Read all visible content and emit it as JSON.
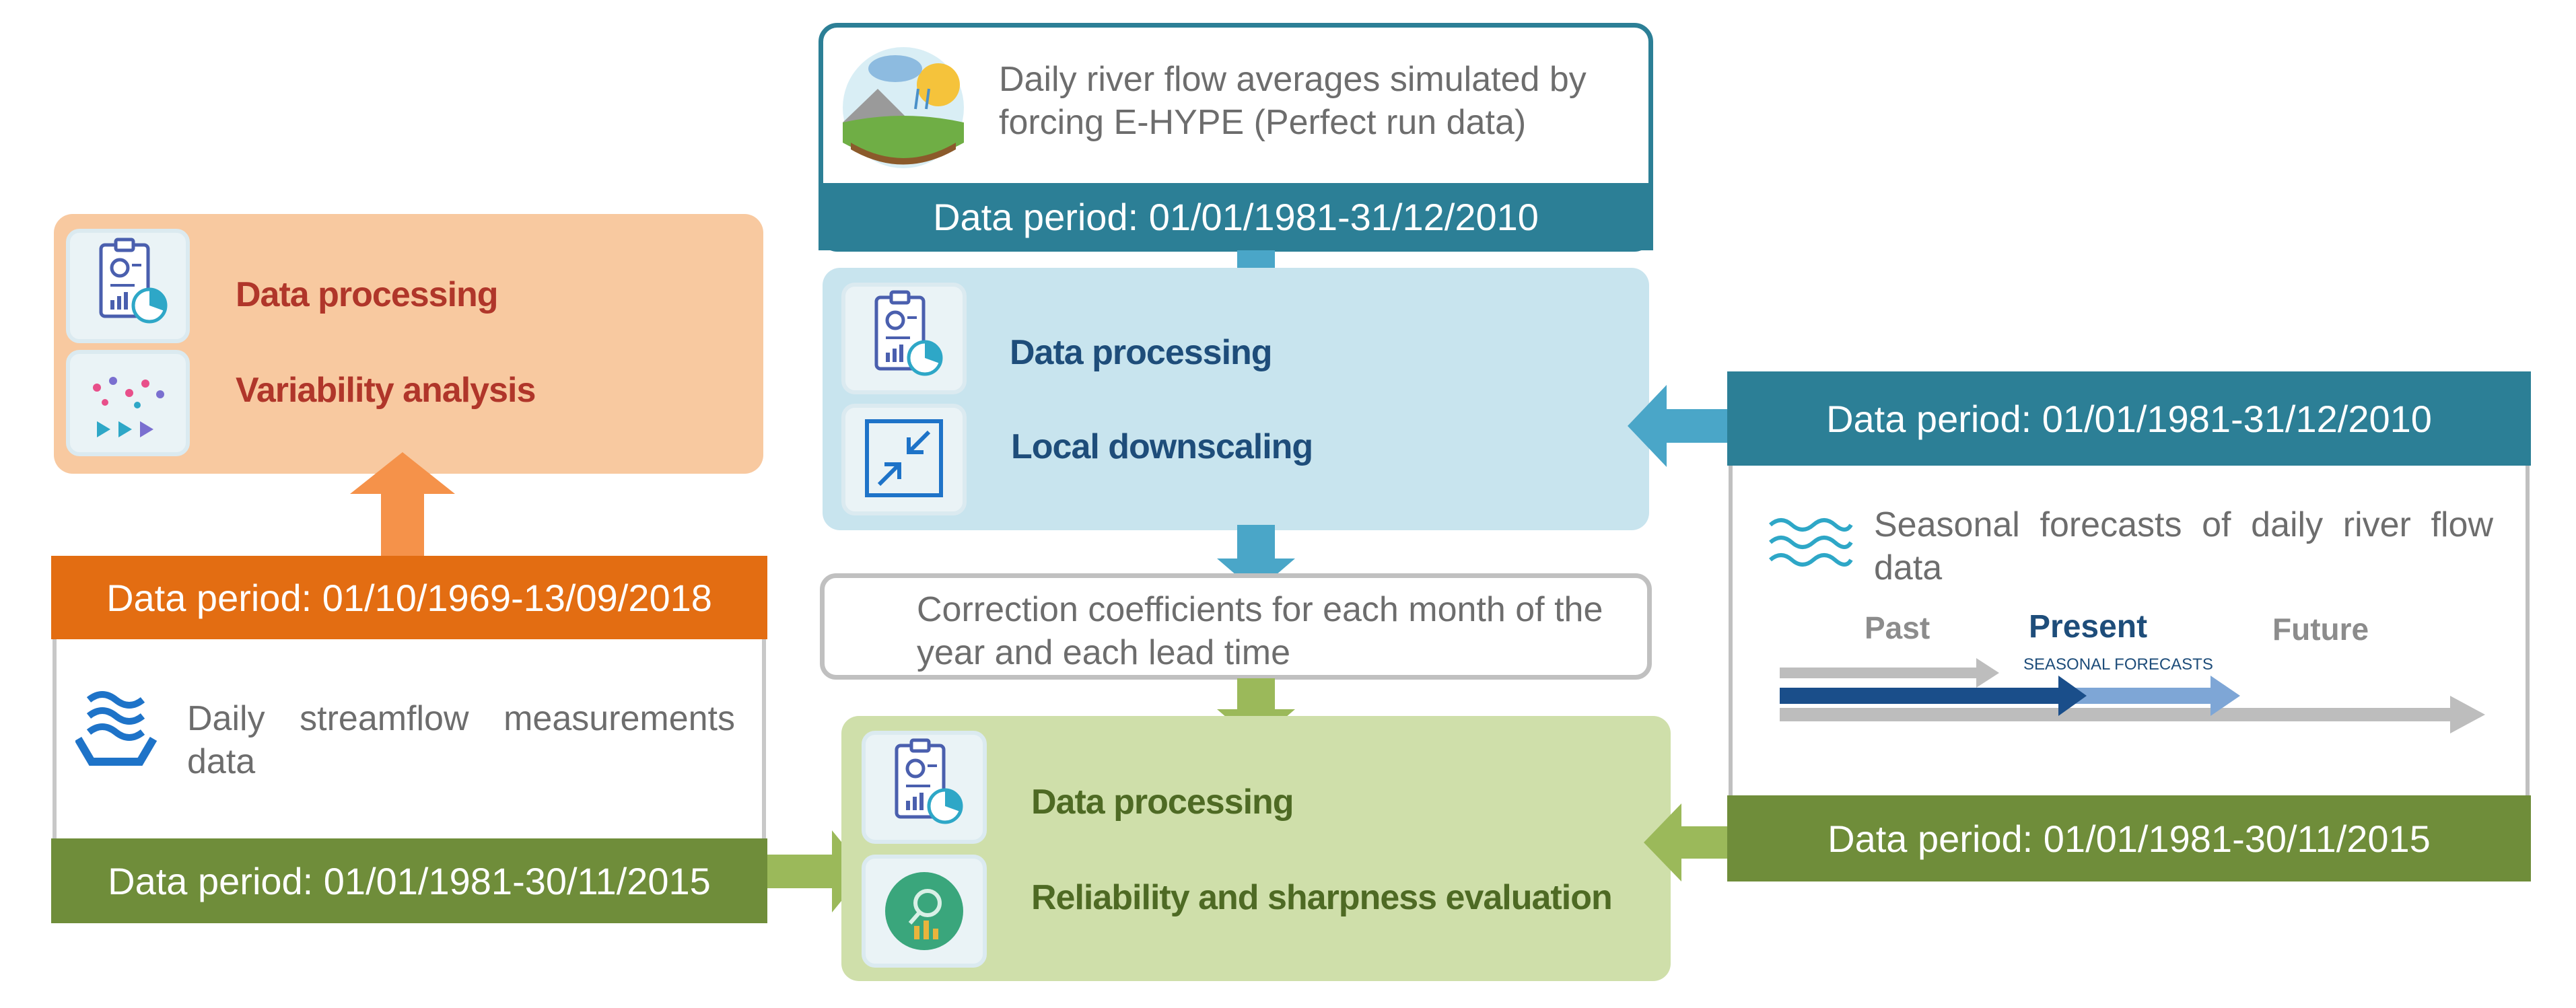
{
  "top_source": {
    "description": "Daily river flow averages simulated by forcing E-HYPE (Perfect run data)",
    "period": "Data period: 01/01/1981-31/12/2010"
  },
  "blue_panel": {
    "item1": "Data processing",
    "item2": "Local downscaling"
  },
  "correction": {
    "text": "Correction coefficients for each month of the year and each lead time"
  },
  "green_panel": {
    "item1": "Data processing",
    "item2": "Reliability and sharpness evaluation"
  },
  "orange_panel": {
    "item1": "Data processing",
    "item2": "Variability analysis"
  },
  "left_source": {
    "top_period": "Data period: 01/10/1969-13/09/2018",
    "description": "Daily streamflow measurements data",
    "bottom_period": "Data period: 01/01/1981-30/11/2015"
  },
  "right_source": {
    "top_period": "Data period: 01/01/1981-31/12/2010",
    "description": "Seasonal forecasts of daily river flow data",
    "timeline_past": "Past",
    "timeline_present": "Present",
    "timeline_sub": "SEASONAL FORECASTS",
    "timeline_future": "Future",
    "bottom_period": "Data period: 01/01/1981-30/11/2015"
  },
  "colors": {
    "orange": "#e36d12",
    "green": "#6f8d3a",
    "teal": "#2c7f96",
    "light_blue": "#c8e4ee",
    "light_green": "#cfdfaa",
    "peach": "#f8c9a0"
  }
}
